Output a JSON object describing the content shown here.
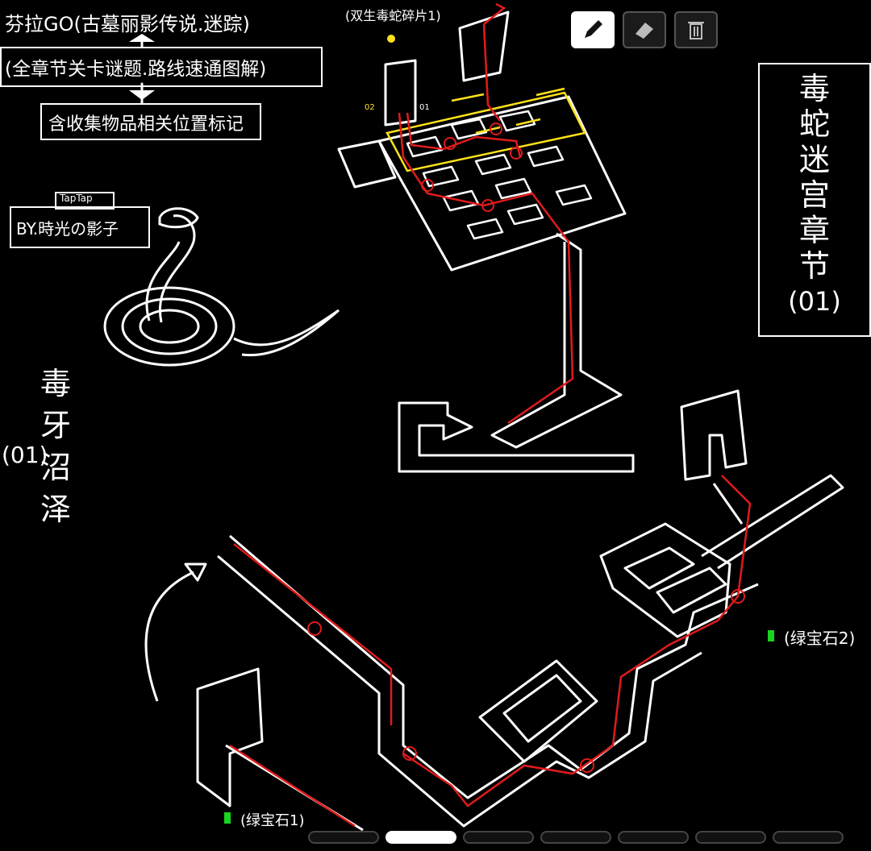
{
  "header": {
    "title": "芬拉GO(古墓丽影传说.迷踪)",
    "subtitle": "(全章节关卡谜题.路线速通图解)",
    "note": "含收集物品相关位置标记"
  },
  "tag": {
    "small": "TapTap",
    "author": "BY.時光の影子"
  },
  "chapter_box": {
    "chars": [
      "毒",
      "蛇",
      "迷",
      "宫",
      "章",
      "节",
      "(01)"
    ]
  },
  "level_title": {
    "chars": [
      "毒",
      "牙",
      "沼",
      "泽"
    ],
    "number": "(01)"
  },
  "labels": {
    "snake_statue": "(双生毒蛇碎片1)",
    "gem1": "(绿宝石1)",
    "gem2": "(绿宝石2)",
    "mark_02": "02",
    "mark_01": "01"
  },
  "toolbar": {
    "tools": [
      "pencil-icon",
      "eraser-icon",
      "trash-icon"
    ],
    "active": 0
  },
  "pager": {
    "count": 7,
    "current": 1
  },
  "colors": {
    "route": "#e11b1b",
    "line": "#ffffff",
    "yellow": "#ffe21a",
    "gem": "#19d41f"
  }
}
